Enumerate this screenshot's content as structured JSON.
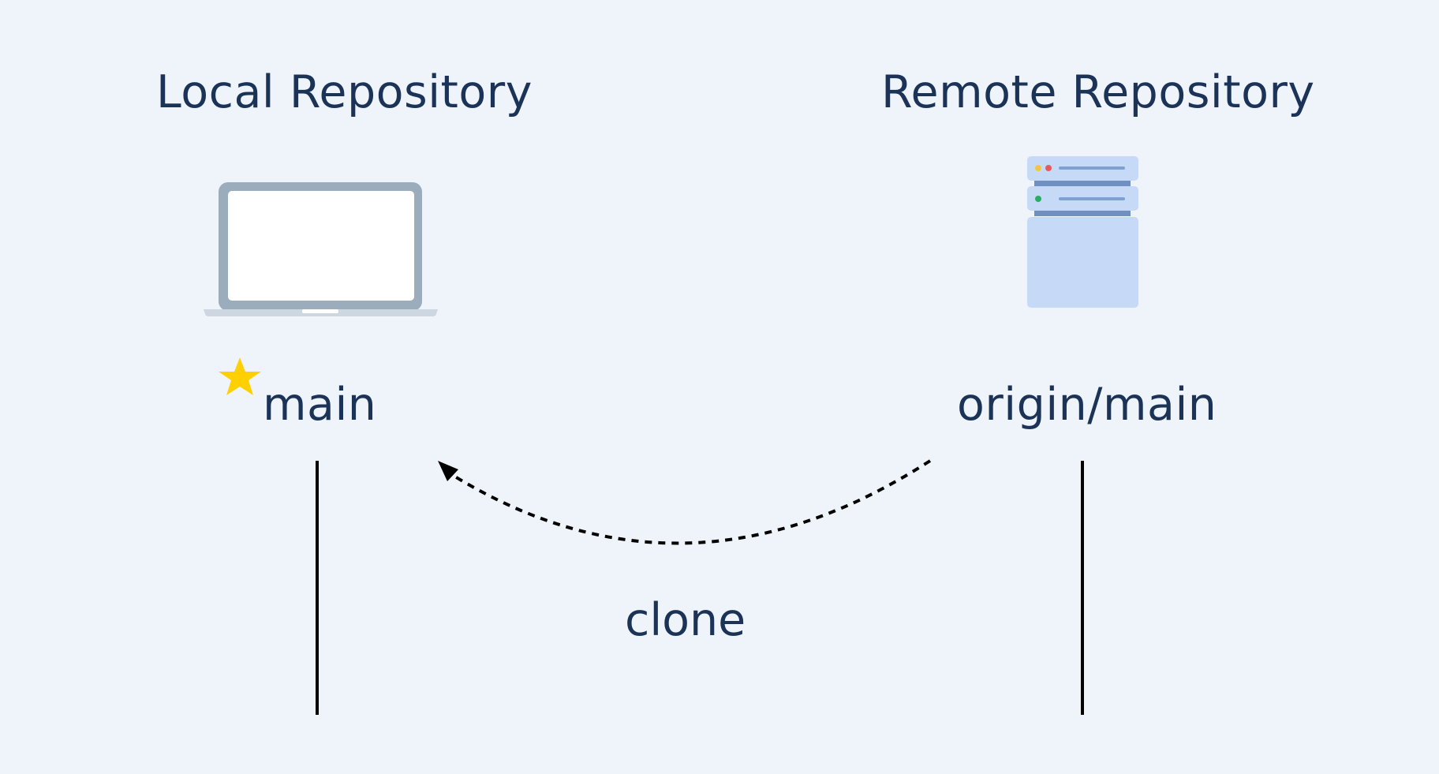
{
  "local": {
    "title": "Local Repository",
    "branch": "main",
    "icon": "laptop-icon",
    "head_marker_icon": "star-icon"
  },
  "remote": {
    "title": "Remote Repository",
    "branch": "origin/main",
    "icon": "server-icon"
  },
  "operation": {
    "label": "clone",
    "direction": "remote-to-local",
    "line_style": "dashed-curve"
  },
  "colors": {
    "background": "#eff4fb",
    "text": "#1c3358",
    "laptop_frame": "#9bacbc",
    "laptop_base": "#ccd7e1",
    "server_body": "#c6daf7",
    "server_divider": "#6f90c0",
    "star": "#ffd000",
    "line": "#000000"
  }
}
